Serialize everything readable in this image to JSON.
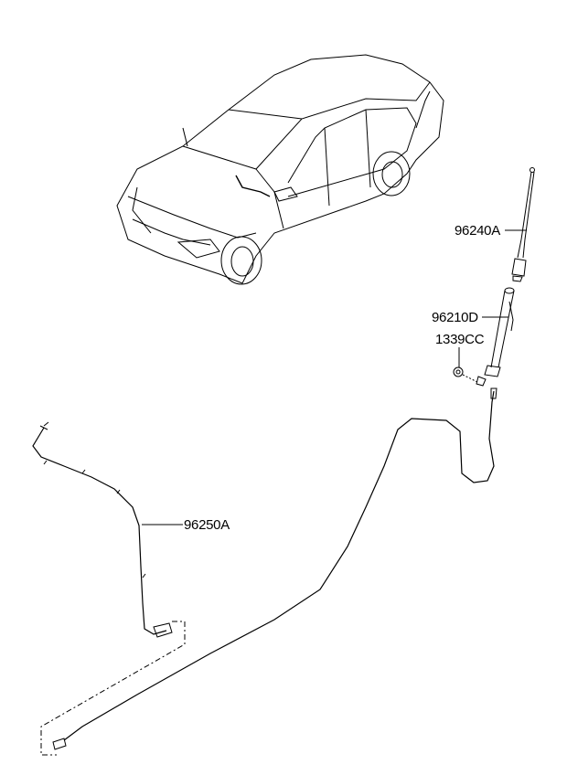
{
  "parts": [
    {
      "id": "antenna-mast",
      "label": "96240A"
    },
    {
      "id": "antenna-base",
      "label": "96210D"
    },
    {
      "id": "nut",
      "label": "1339CC"
    },
    {
      "id": "feeder-cable",
      "label": "96250A"
    }
  ],
  "colors": {
    "line": "#000000",
    "background": "#ffffff"
  }
}
